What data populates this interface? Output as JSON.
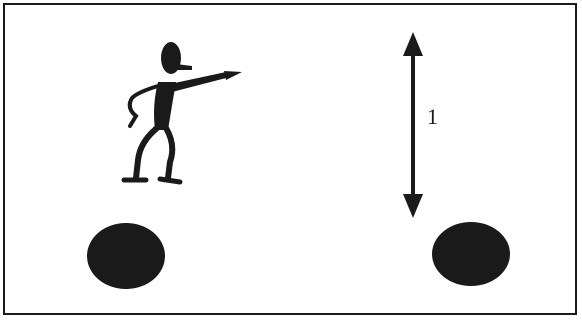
{
  "diagram": {
    "distance_label": "1",
    "colors": {
      "ink": "#1a1a1a",
      "background": "#ffffff"
    },
    "elements": [
      "stick-figure-pointing",
      "vertical-double-arrow",
      "left-disc",
      "right-disc"
    ]
  }
}
